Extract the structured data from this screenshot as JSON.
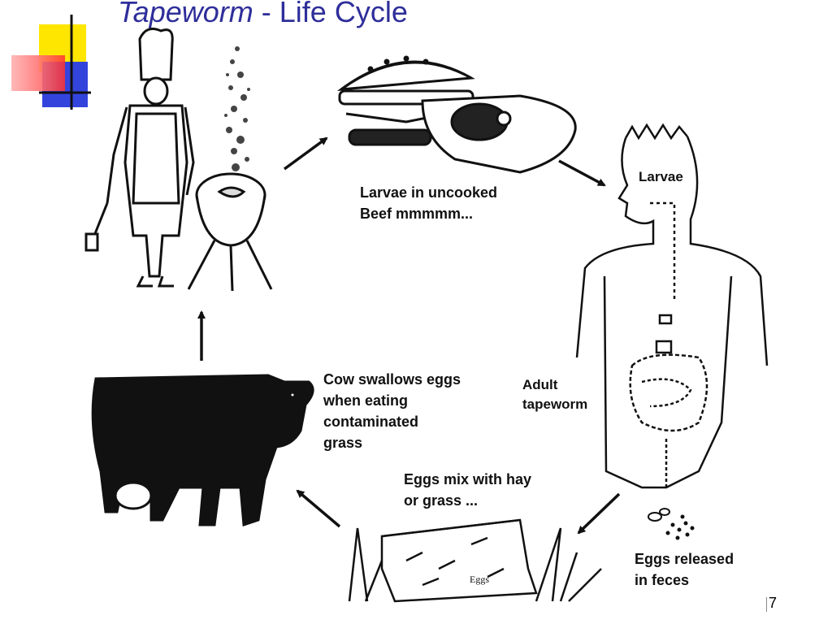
{
  "title": {
    "italic": "Tapeworm",
    "separator": "-",
    "rest": "Life Cycle"
  },
  "labels": {
    "larvae_beef": "Larvae in uncooked\nBeef mmmmm...",
    "larvae": "Larvae",
    "adult_tapeworm": "Adult\ntapeworm",
    "cow_swallows": "Cow swallows eggs\nwhen eating\ncontaminated\ngrass",
    "eggs_mix": "Eggs mix with hay\nor grass ...",
    "eggs_released": "Eggs released\nin feces",
    "hay_bale_tag": "Eggs"
  },
  "page_number": "7",
  "colors": {
    "title": "#2e2e9a",
    "logo_yellow": "#ffe600",
    "logo_blue": "#3344dd",
    "logo_red": "#ff2020"
  }
}
